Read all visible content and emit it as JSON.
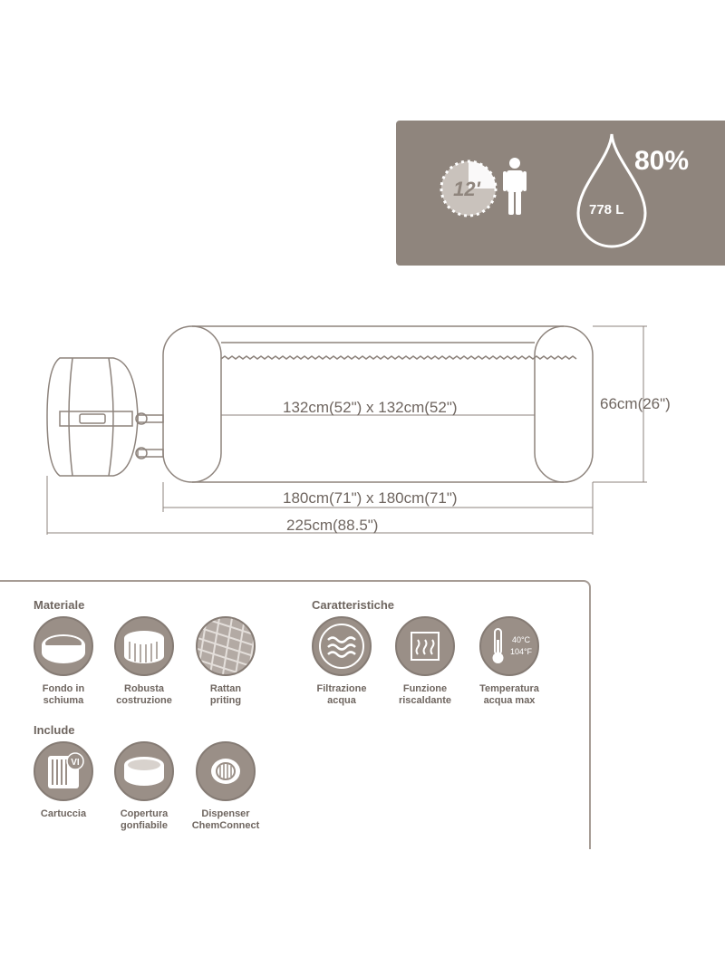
{
  "banner": {
    "time": "12'",
    "humidity": "80%",
    "volume": "778 L"
  },
  "dimensions": {
    "inner": "132cm(52\") x 132cm(52\")",
    "height": "66cm(26\")",
    "outer": "180cm(71\") x 180cm(71\")",
    "total": "225cm(88.5\")"
  },
  "materials": {
    "title": "Materiale",
    "items": [
      {
        "line1": "Fondo in",
        "line2": "schiuma",
        "icon": "foam-floor-icon"
      },
      {
        "line1": "Robusta",
        "line2": "costruzione",
        "icon": "sturdy-wall-icon"
      },
      {
        "line1": "Rattan",
        "line2": "priting",
        "icon": "rattan-texture-icon"
      }
    ]
  },
  "features": {
    "title": "Caratteristiche",
    "items": [
      {
        "line1": "Filtrazione",
        "line2": "acqua",
        "icon": "water-filtration-icon"
      },
      {
        "line1": "Funzione",
        "line2": "riscaldante",
        "icon": "heating-icon"
      },
      {
        "line1": "Temperatura",
        "line2": "acqua max",
        "icon": "thermometer-icon",
        "temp_c": "40°C",
        "temp_f": "104°F"
      }
    ]
  },
  "includes": {
    "title": "Include",
    "items": [
      {
        "line1": "Cartuccia",
        "line2": "",
        "icon": "filter-cartridge-icon",
        "badge": "VI"
      },
      {
        "line1": "Copertura",
        "line2": "gonfiabile",
        "icon": "inflatable-cover-icon"
      },
      {
        "line1": "Dispenser",
        "line2": "ChemConnect",
        "icon": "chem-dispenser-icon"
      }
    ]
  },
  "colors": {
    "banner": "#8f857d",
    "icon_fill": "#9a8f87",
    "line": "#857b74"
  }
}
